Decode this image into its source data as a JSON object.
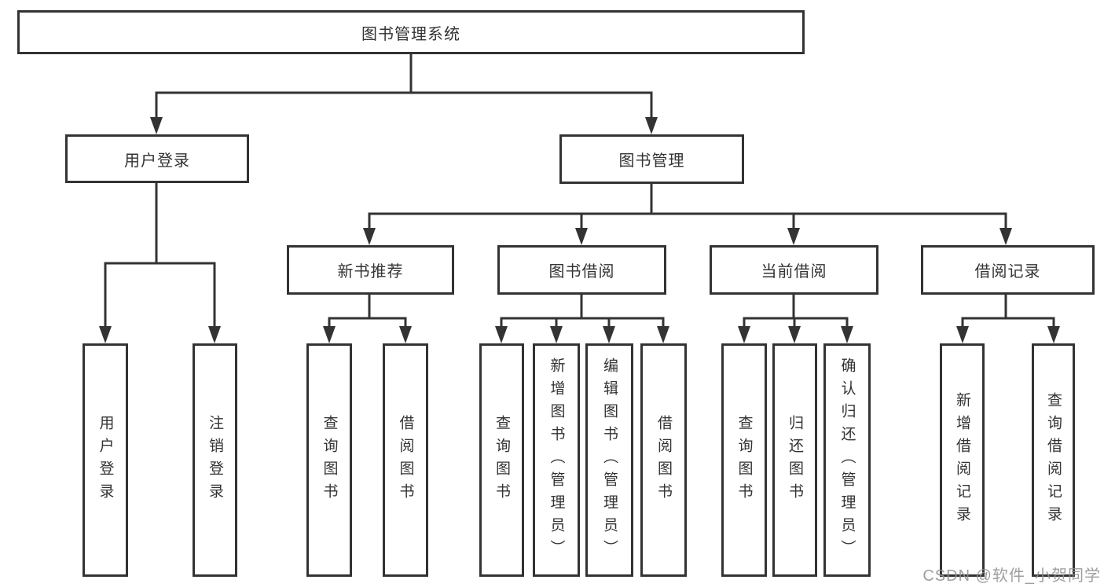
{
  "diagram": {
    "root": "图书管理系统",
    "branches": [
      {
        "label": "用户登录",
        "children": [
          {
            "label": "用户登录"
          },
          {
            "label": "注销登录"
          }
        ]
      },
      {
        "label": "图书管理",
        "children": [
          {
            "label": "新书推荐",
            "children": [
              {
                "label": "查询图书"
              },
              {
                "label": "借阅图书"
              }
            ]
          },
          {
            "label": "图书借阅",
            "children": [
              {
                "label": "查询图书"
              },
              {
                "label": "新增图书（管理员）"
              },
              {
                "label": "编辑图书（管理员）"
              },
              {
                "label": "借阅图书"
              }
            ]
          },
          {
            "label": "当前借阅",
            "children": [
              {
                "label": "查询图书"
              },
              {
                "label": "归还图书"
              },
              {
                "label": "确认归还（管理员）"
              }
            ]
          },
          {
            "label": "借阅记录",
            "children": [
              {
                "label": "新增借阅记录"
              },
              {
                "label": "查询借阅记录"
              }
            ]
          }
        ]
      }
    ]
  },
  "watermark": {
    "text": "CSDN @软件_小贺同学",
    "color": "#919191"
  },
  "colors": {
    "line": "#333333",
    "box_border": "#333333",
    "box_bg": "#ffffff",
    "text": "#333333"
  }
}
